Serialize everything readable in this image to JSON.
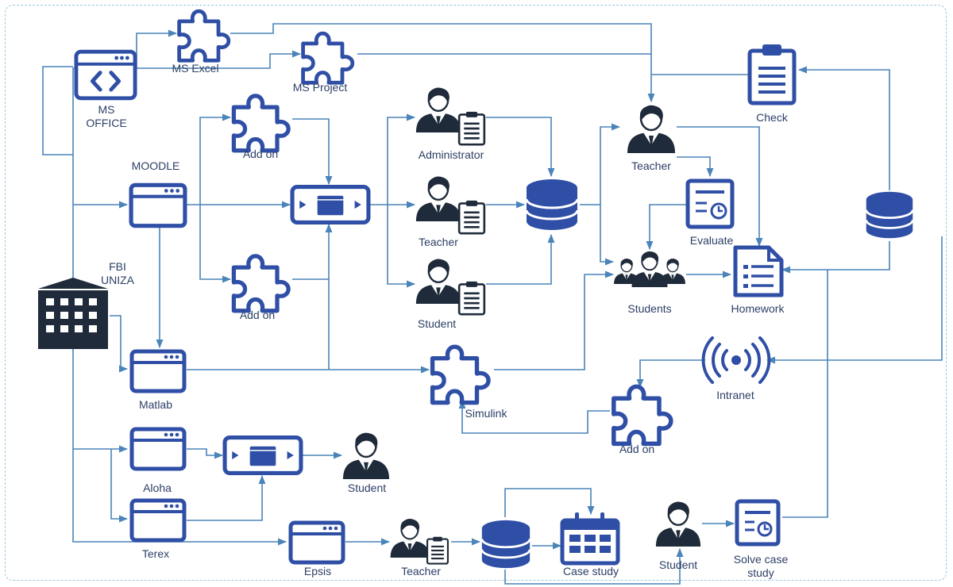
{
  "labels": {
    "ms_office": "MS\nOFFICE",
    "ms_excel": "MS Excel",
    "ms_project": "MS Project",
    "moodle": "MOODLE",
    "add_on_top": "Add on",
    "add_on_mid": "Add on",
    "administrator": "Administrator",
    "teacher_center": "Teacher",
    "student_center": "Student",
    "teacher_right": "Teacher",
    "check": "Check",
    "evaluate": "Evaluate",
    "students": "Students",
    "homework": "Homework",
    "fbi_uniza": "FBI\nUNIZA",
    "matlab": "Matlab",
    "simulink": "Simulink",
    "intranet": "Intranet",
    "add_on_right": "Add on",
    "aloha": "Aloha",
    "student_aloha": "Student",
    "terex": "Terex",
    "epsis": "Epsis",
    "teacher_bottom": "Teacher",
    "case_study": "Case study",
    "student_bottom": "Student",
    "solve_case_study": "Solve case\nstudy"
  },
  "colors": {
    "primary": "#2f4fa6",
    "connector": "#4a84b8",
    "label": "#2c3f66",
    "person": "#1f2b3a",
    "frame": "#9ec8de"
  },
  "icons": {
    "ms_office": "code-window-icon",
    "ms_excel": "puzzle-icon",
    "ms_project": "puzzle-icon",
    "moodle": "window-icon",
    "fbi_uniza": "building-icon",
    "check": "clipboard-icon",
    "evaluate": "report-icon",
    "homework": "document-icon",
    "intranet": "broadcast-icon",
    "case_study": "calendar-icon",
    "database": "database-icon"
  }
}
